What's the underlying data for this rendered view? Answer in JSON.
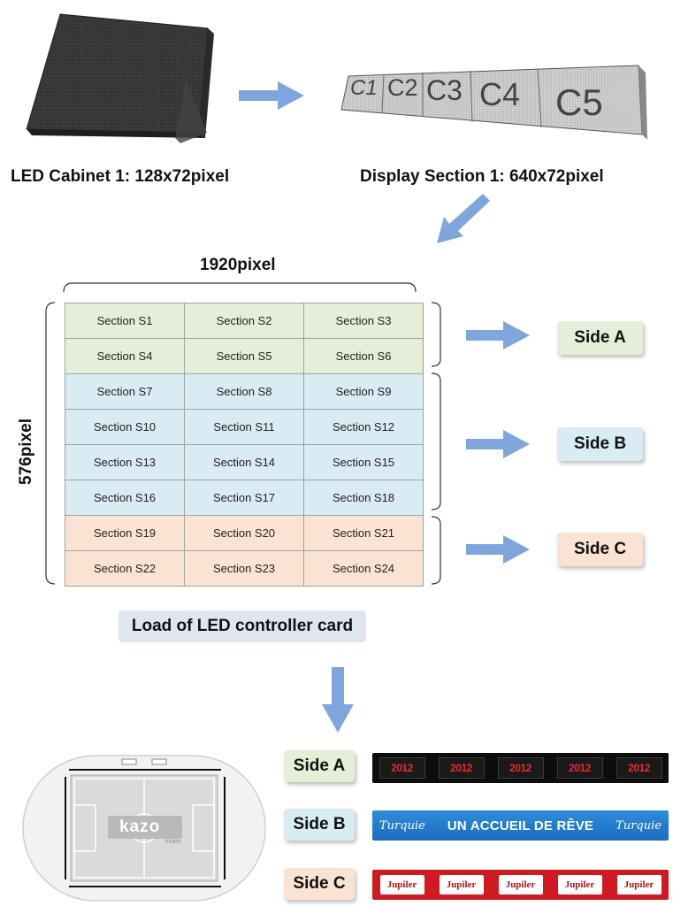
{
  "top": {
    "cabinet_caption": "LED Cabinet 1: 128x72pixel",
    "section_caption": "Display Section 1: 640x72pixel",
    "cabinet_modules": [
      "C1",
      "C2",
      "C3",
      "C4",
      "C5"
    ]
  },
  "matrix": {
    "width_label": "1920pixel",
    "height_label": "576pixel",
    "cells": [
      "Section S1",
      "Section S2",
      "Section S3",
      "Section S4",
      "Section S5",
      "Section S6",
      "Section S7",
      "Section S8",
      "Section S9",
      "Section S10",
      "Section S11",
      "Section S12",
      "Section S13",
      "Section S14",
      "Section S15",
      "Section S16",
      "Section S17",
      "Section S18",
      "Section S19",
      "Section S20",
      "Section S21",
      "Section S22",
      "Section S23",
      "Section S24"
    ],
    "colors": {
      "side_a": "#e4eed9",
      "side_b": "#d9ebf3",
      "side_c": "#fae3d3"
    }
  },
  "sides": {
    "a": "Side A",
    "b": "Side B",
    "c": "Side C"
  },
  "controller_label": "Load of LED controller card",
  "stadium": {
    "logo_text": "kazo",
    "logo_sub": "Vision"
  },
  "banners": {
    "a_text": "2012",
    "b_script": "Turquie",
    "b_text": "UN ACCUEIL DE RÊVE",
    "c_text": "Jupiler"
  },
  "arrow_color": "#7fa6dc"
}
